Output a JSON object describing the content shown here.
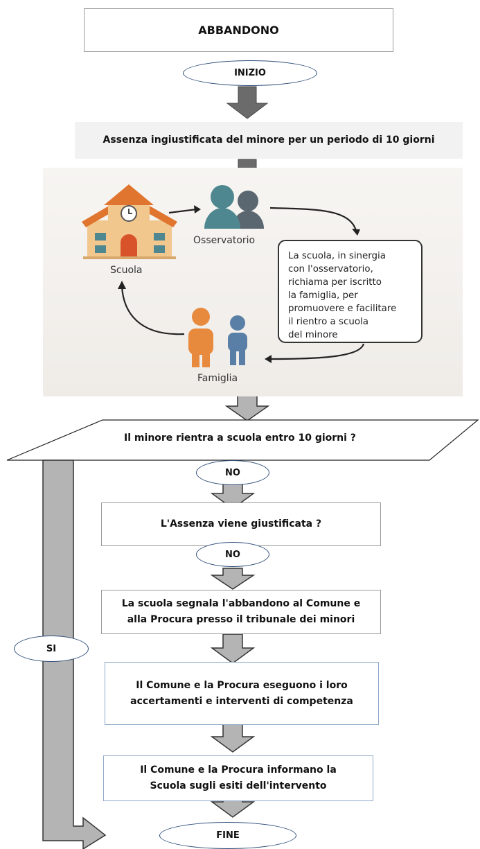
{
  "title": "ABBANDONO",
  "start_label": "INIZIO",
  "step1": "Assenza ingiustificata del minore per un periodo di 10 giorni",
  "illustration": {
    "school_label": "Scuola",
    "observatory_label": "Osservatorio",
    "family_label": "Famiglia",
    "note_lines": [
      "La scuola, in sinergia",
      "con l'osservatorio,",
      "richiama per iscritto",
      "la famiglia, per",
      "promuovere e facilitare",
      "il rientro a scuola",
      "del minore"
    ]
  },
  "decision1": "Il minore rientra a scuola entro 10 giorni ?",
  "no1": "NO",
  "decision2": "L'Assenza viene giustificata ?",
  "no2": "NO",
  "yes_label": "SI",
  "step2": [
    "La scuola segnala l'abbandono al Comune e",
    "alla Procura presso il tribunale dei minori"
  ],
  "step3": [
    "Il Comune e la Procura eseguono i loro",
    "accertamenti e interventi di competenza"
  ],
  "step4": [
    "Il Comune e la Procura informano la",
    "Scuola  sugli esiti dell'intervento"
  ],
  "end_label": "FINE",
  "colors": {
    "arrow_dark": "#6b6b6b",
    "arrow_light": "#b4b4b4",
    "oval_border": "#2e4d79",
    "school_roof": "#e0752f",
    "school_wall": "#f1c78e",
    "person_teal": "#4f8790",
    "person_slate": "#5b6770",
    "person_orange": "#e88a3d",
    "person_blue": "#5a7fa6"
  }
}
